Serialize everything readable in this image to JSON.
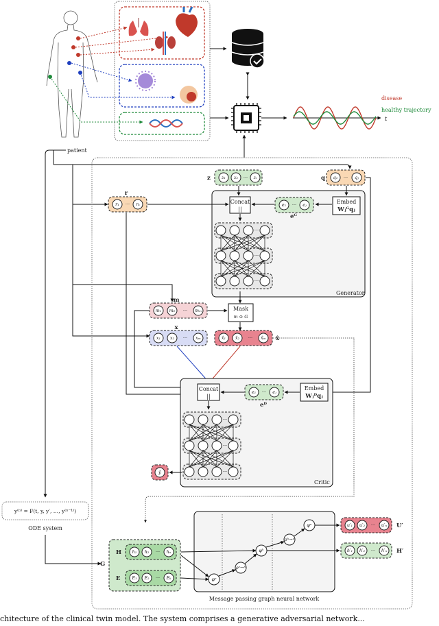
{
  "labels": {
    "patient": "patient",
    "ode_equation": "y⁽ⁿ⁾ = F(t, y, y′, …, y⁽ⁿ⁻¹⁾)",
    "ode_system": "ODE system",
    "disease": "disease",
    "healthy": "healthy trajectory",
    "time": "t",
    "generator": "Generator",
    "critic": "Critic",
    "concat": "Concat",
    "concat_sym": "||",
    "mask": "Mask",
    "mask_op": "m ⊙ G",
    "embed": "Embed",
    "embed_g": "Wⱼᴳqⱼ",
    "embed_d": "Wⱼᴰqⱼ",
    "mpgnn": "Message passing graph neural network",
    "z": "z",
    "q": "q",
    "r": "r",
    "m": "m",
    "x": "x",
    "xhat": "x̂",
    "eG": "eᴳ",
    "eD": "eᴰ",
    "G": "G",
    "H": "H",
    "E": "E",
    "U2": "U′",
    "H2": "H′",
    "z_nodes": [
      "z₁",
      "z₂",
      "zᵢ"
    ],
    "q_nodes": [
      "q₁",
      "qⱼ"
    ],
    "r_nodes": [
      "r₁",
      "rₖ"
    ],
    "e_nodes": [
      "e₁",
      "eⱼ"
    ],
    "m_nodes": [
      "m₁",
      "m₂",
      "mₘ"
    ],
    "x_nodes": [
      "x₁",
      "x₂",
      "xₘ"
    ],
    "xhat_nodes": [
      "x̂₁",
      "x̂₂",
      "x̂ₘ"
    ],
    "y_node": "ŷ",
    "h_nodes": [
      "h₁",
      "h₂",
      "hₙ"
    ],
    "E_nodes": [
      "E₁",
      "E₂",
      "Eₖ"
    ],
    "u2_nodes": [
      "u′₁",
      "u′₂",
      "u′ₙ"
    ],
    "h2_nodes": [
      "h′₁",
      "h′₂",
      "h′ₙ"
    ],
    "phi_e": "φᵉ",
    "rho_eh": "ρᵉ→ʰ",
    "phi_h": "φʰ",
    "rho_hu": "ρʰ→ᵘ",
    "phi_u": "φᵘ"
  },
  "caption": "chitecture of the clinical twin model. The system comprises a generative adversarial network..."
}
